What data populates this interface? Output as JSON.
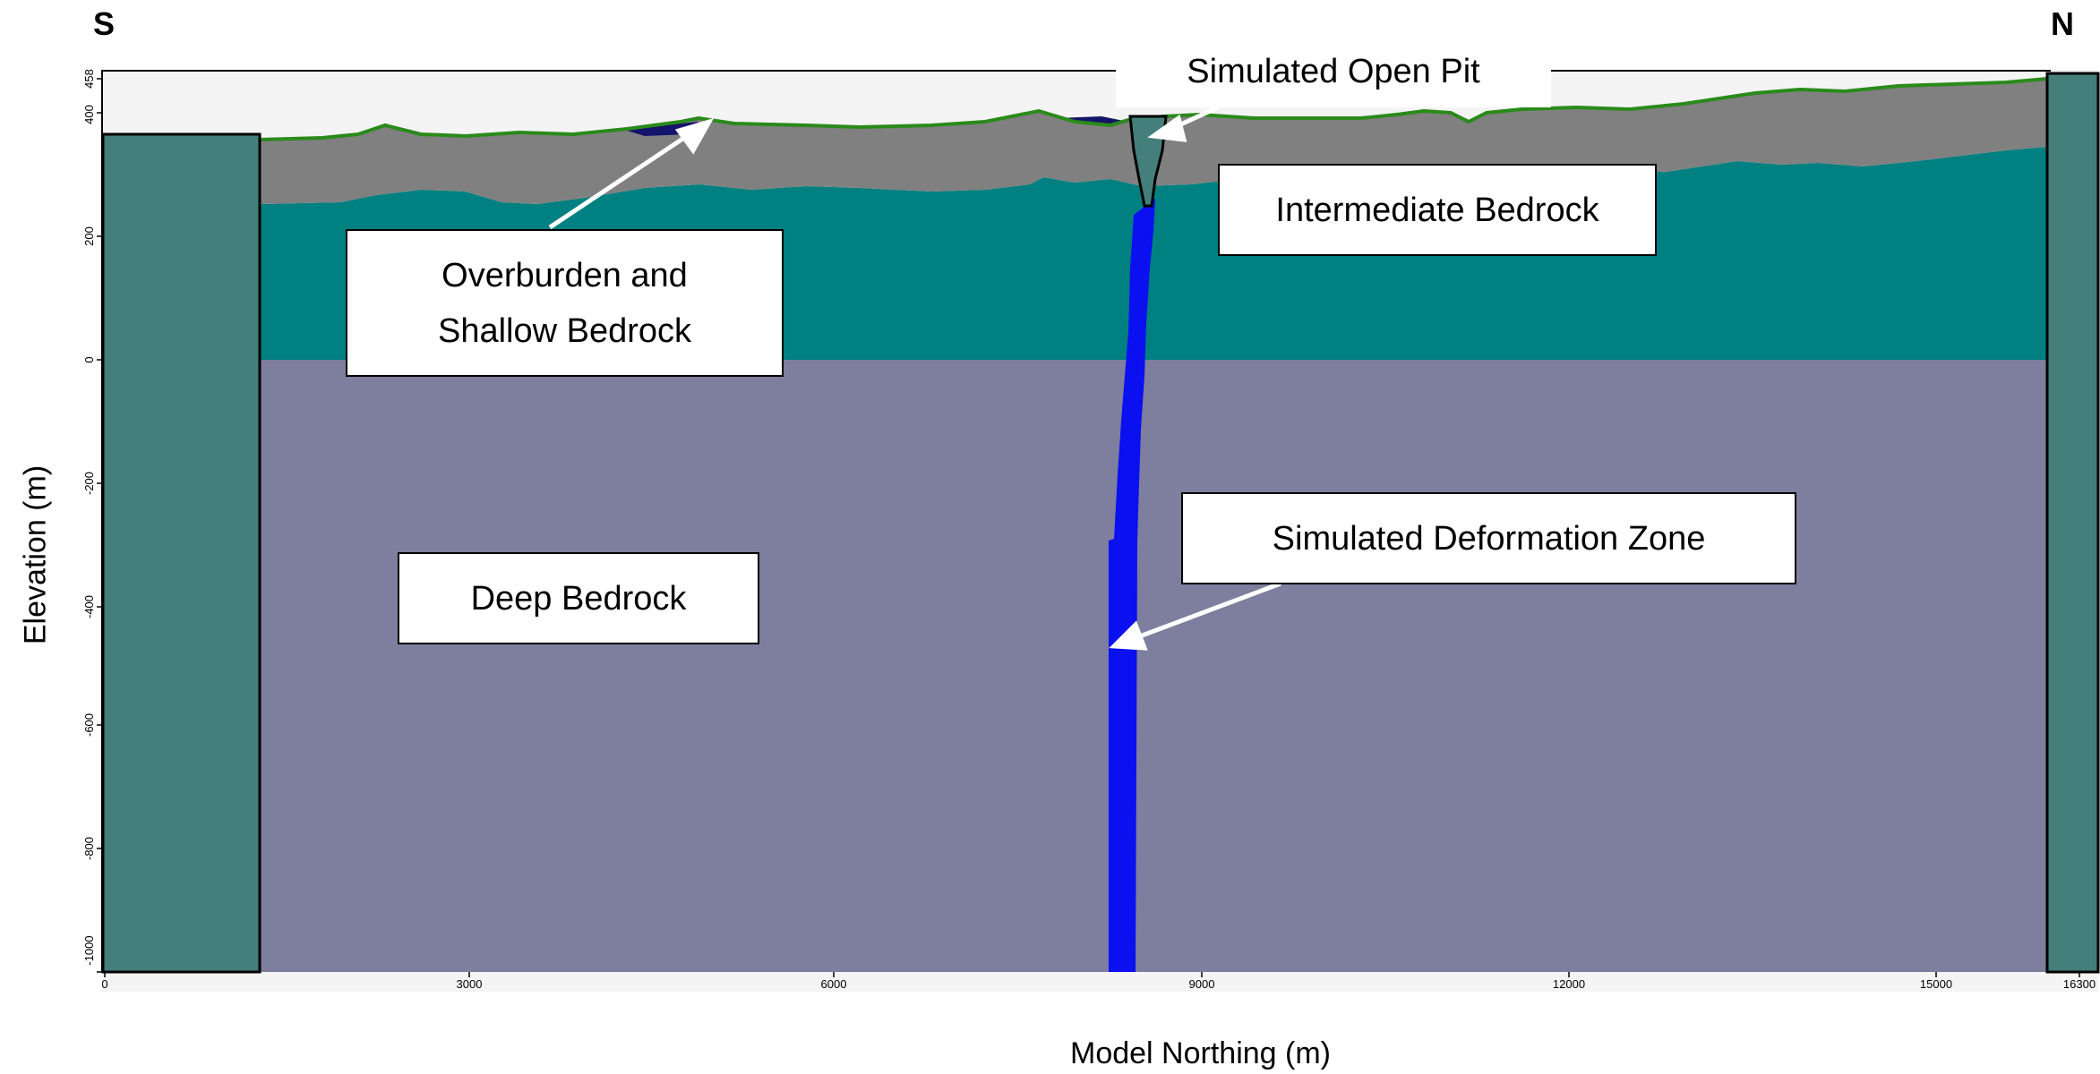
{
  "direction": {
    "left": "S",
    "right": "N"
  },
  "axes": {
    "xlabel": "Model Northing (m)",
    "ylabel": "Elevation (m)",
    "x_ticks": [
      "0",
      "3000",
      "6000",
      "9000",
      "12000",
      "15000",
      "16300"
    ],
    "y_ticks": [
      "458",
      "400",
      "200",
      "0",
      "-200",
      "-400",
      "-600",
      "-800",
      "-1000"
    ]
  },
  "labels": {
    "overburden_line1": "Overburden and",
    "overburden_line2": "Shallow Bedrock",
    "open_pit": "Simulated Open Pit",
    "intermediate": "Intermediate Bedrock",
    "deformation": "Simulated Deformation Zone",
    "deep": "Deep Bedrock"
  },
  "colors": {
    "background_strip": "#f4f4f4",
    "overburden": "#808080",
    "intermediate_bedrock": "#008080",
    "deep_bedrock": "#7e7e9e",
    "deformation_zone": "#0a10f0",
    "boundary_blocks": "#457f7c",
    "surface_line": "#2a8a1a"
  }
}
